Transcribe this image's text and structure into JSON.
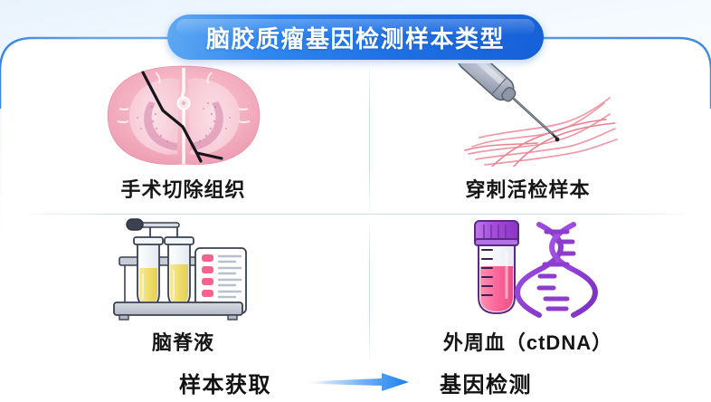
{
  "header": {
    "title": "脑胶质瘤基因检测样本类型"
  },
  "samples": [
    {
      "id": "surgical-resection",
      "label": "手术切除组织",
      "icon": "brain-histology-section-icon"
    },
    {
      "id": "needle-biopsy",
      "label": "穿刺活检样本",
      "icon": "biopsy-needle-icon"
    },
    {
      "id": "cerebrospinal-fluid",
      "label": "脑脊液",
      "icon": "test-tube-rack-icon"
    },
    {
      "id": "peripheral-blood",
      "label": "外周血（ctDNA）",
      "icon": "blood-tube-dna-icon"
    }
  ],
  "flow": {
    "from_label": "样本获取",
    "arrow_icon": "right-arrow-icon",
    "to_label": "基因检测"
  },
  "colors": {
    "title_pill_blue": "#1f6fe4",
    "title_text": "#ffffff",
    "card_border_blue": "#3b82dd",
    "divider_blue": "#cfe0f3",
    "label_text": "#161616",
    "arrow_blue": "#1a7ff0",
    "tissue_pink": "#f2a7b8",
    "tube_yellow": "#f2e07a",
    "blood_pink": "#f9699a",
    "dna_purple": "#9b3fd4",
    "cap_purple": "#a04fd8",
    "rack_gray": "#b9bec9",
    "needle_gray": "#aeb4c2"
  }
}
